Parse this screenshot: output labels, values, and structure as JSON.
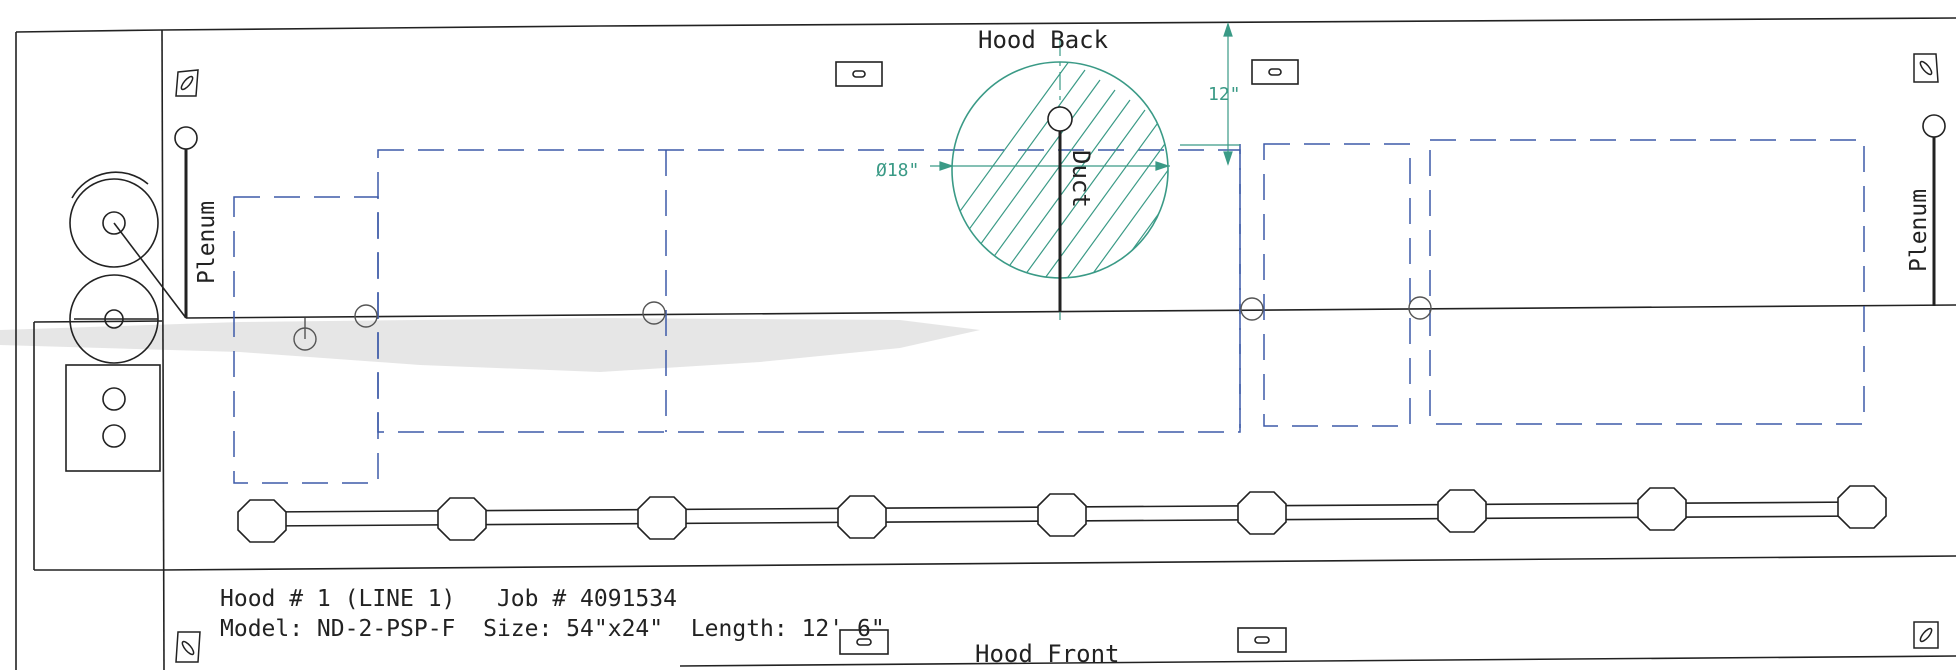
{
  "labels": {
    "hood_back": "Hood Back",
    "hood_front": "Hood Front",
    "plenum_left": "Plenum",
    "plenum_right": "Plenum",
    "duct": "Duct",
    "duct_diameter": "Ø18\"",
    "duct_offset": "12\""
  },
  "title_block": {
    "line1": "Hood # 1 (LINE 1)   Job # 4091534",
    "line2": "Model: ND-2-PSP-F  Size: 54\"x24\"  Length: 12' 6\""
  },
  "colors": {
    "ink": "#222222",
    "dash": "#3d5aa8",
    "accent": "#3a9a86",
    "smudge": "#c9c9c9"
  }
}
